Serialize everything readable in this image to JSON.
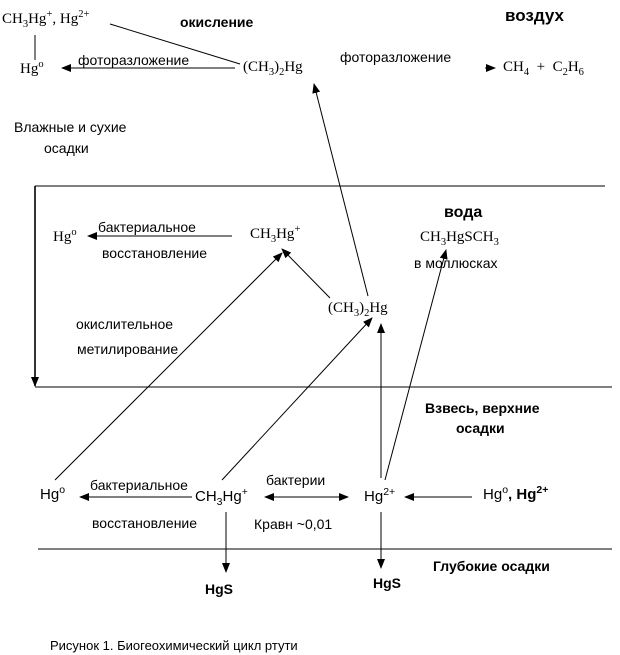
{
  "zones": {
    "air": "воздух",
    "water": "вода",
    "suspension_1": "Взвесь,  верхние",
    "suspension_2": "осадки",
    "deep_sediments": "Глубокие осадки"
  },
  "process_labels": {
    "oxidation": "окисление",
    "photolysis_left": "фоторазложение",
    "photolysis_right": "фоторазложение",
    "wet_dry_1": "Влажные и сухие",
    "wet_dry_2": "осадки",
    "bact_reduction_water_1": "бактериальное",
    "bact_reduction_water_2": "восстановление",
    "oxidative_methylation_1": "окислительное",
    "oxidative_methylation_2": "метилирование",
    "in_mollusks": "в моллюсках",
    "bact_reduction_sed_1": "бактериальное",
    "bact_reduction_sed_2": "восстановление",
    "bacteria": "бактерии",
    "equilibrium": "Кравн ~0,01"
  },
  "species": {
    "hg0": "Hg",
    "hg0_sup": "о",
    "ch3hg": "CH",
    "ch3hg_sub": "3",
    "ch3hg_tail": "Hg",
    "plus": "+",
    "hg2_charge": "2+",
    "hg2_sep": ", Hg",
    "dmhg_open": "(CH",
    "dmhg_sub": "3",
    "dmhg_mid": ")",
    "dmhg_sub2": "2",
    "dmhg_tail": "Hg",
    "ch4": "CH",
    "ch4_sub": "4",
    "plus_sign": "+",
    "c2h6_c": "C",
    "c2h6_sub1": "2",
    "c2h6_h": "H",
    "c2h6_sub2": "6",
    "ch3hgsch3": "CH",
    "ch3hgsch3_sub1": "3",
    "ch3hgsch3_mid": "HgSCH",
    "ch3hgsch3_sub2": "3",
    "hgs": "HgS",
    "comma_hg": ", Hg"
  },
  "caption": "Рисунок 1. Биогеохимический цикл ртути"
}
